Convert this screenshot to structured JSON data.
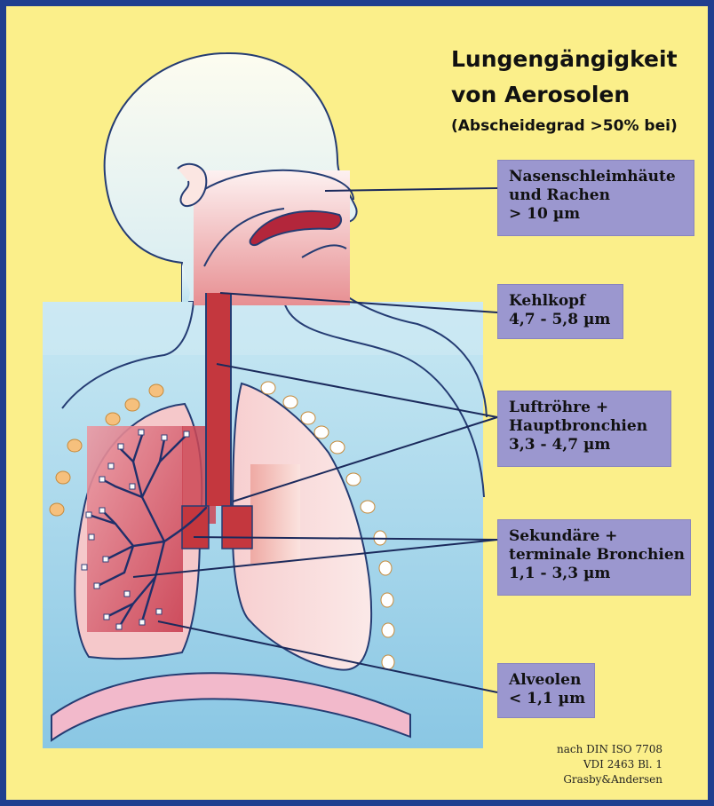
{
  "title": {
    "line1": "Lungengängigkeit",
    "line2": "von Aerosolen",
    "line3": "(Abscheidegrad  >50% bei)"
  },
  "labels": [
    {
      "name": "Nasenschleimhäute",
      "line2": "und Rachen",
      "range": "> 10 µm"
    },
    {
      "name": "Kehlkopf",
      "range": "4,7 - 5,8 µm"
    },
    {
      "name": "Luftröhre +",
      "line2": "Hauptbronchien",
      "range": "3,3 - 4,7 µm"
    },
    {
      "name": "Sekundäre +",
      "line2": "terminale Bronchien",
      "range": "1,1 - 3,3 µm"
    },
    {
      "name": "Alveolen",
      "range": "< 1,1 µm"
    }
  ],
  "source": {
    "line1": "nach DIN ISO 7708",
    "line2": "VDI 2463 Bl. 1",
    "line3": "Grasby&Andersen"
  },
  "colors": {
    "background": "#fbef8a",
    "frame": "#1f3f8f",
    "body_fill": "#c7e6f1",
    "lung_fill": "#f8d8d4",
    "trachea": "#c4373e",
    "label_box": "#9b97cf",
    "rib": "#f2b9cb",
    "particles": "#f6c07d"
  }
}
